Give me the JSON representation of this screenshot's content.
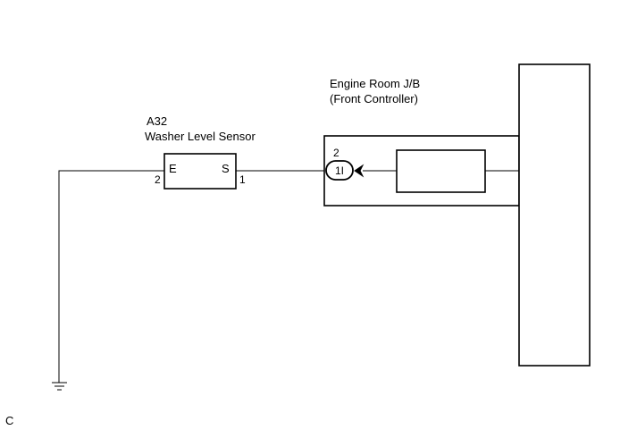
{
  "sensor": {
    "code": "A32",
    "name": "Washer Level Sensor",
    "pin_e_label": "E",
    "pin_s_label": "S",
    "pin_e_number": "2",
    "pin_s_number": "1"
  },
  "junction_block": {
    "title_line1": "Engine Room J/B",
    "title_line2": "(Front Controller)",
    "connector_pin": "2",
    "connector_code": "1I"
  },
  "corner_mark": "C"
}
